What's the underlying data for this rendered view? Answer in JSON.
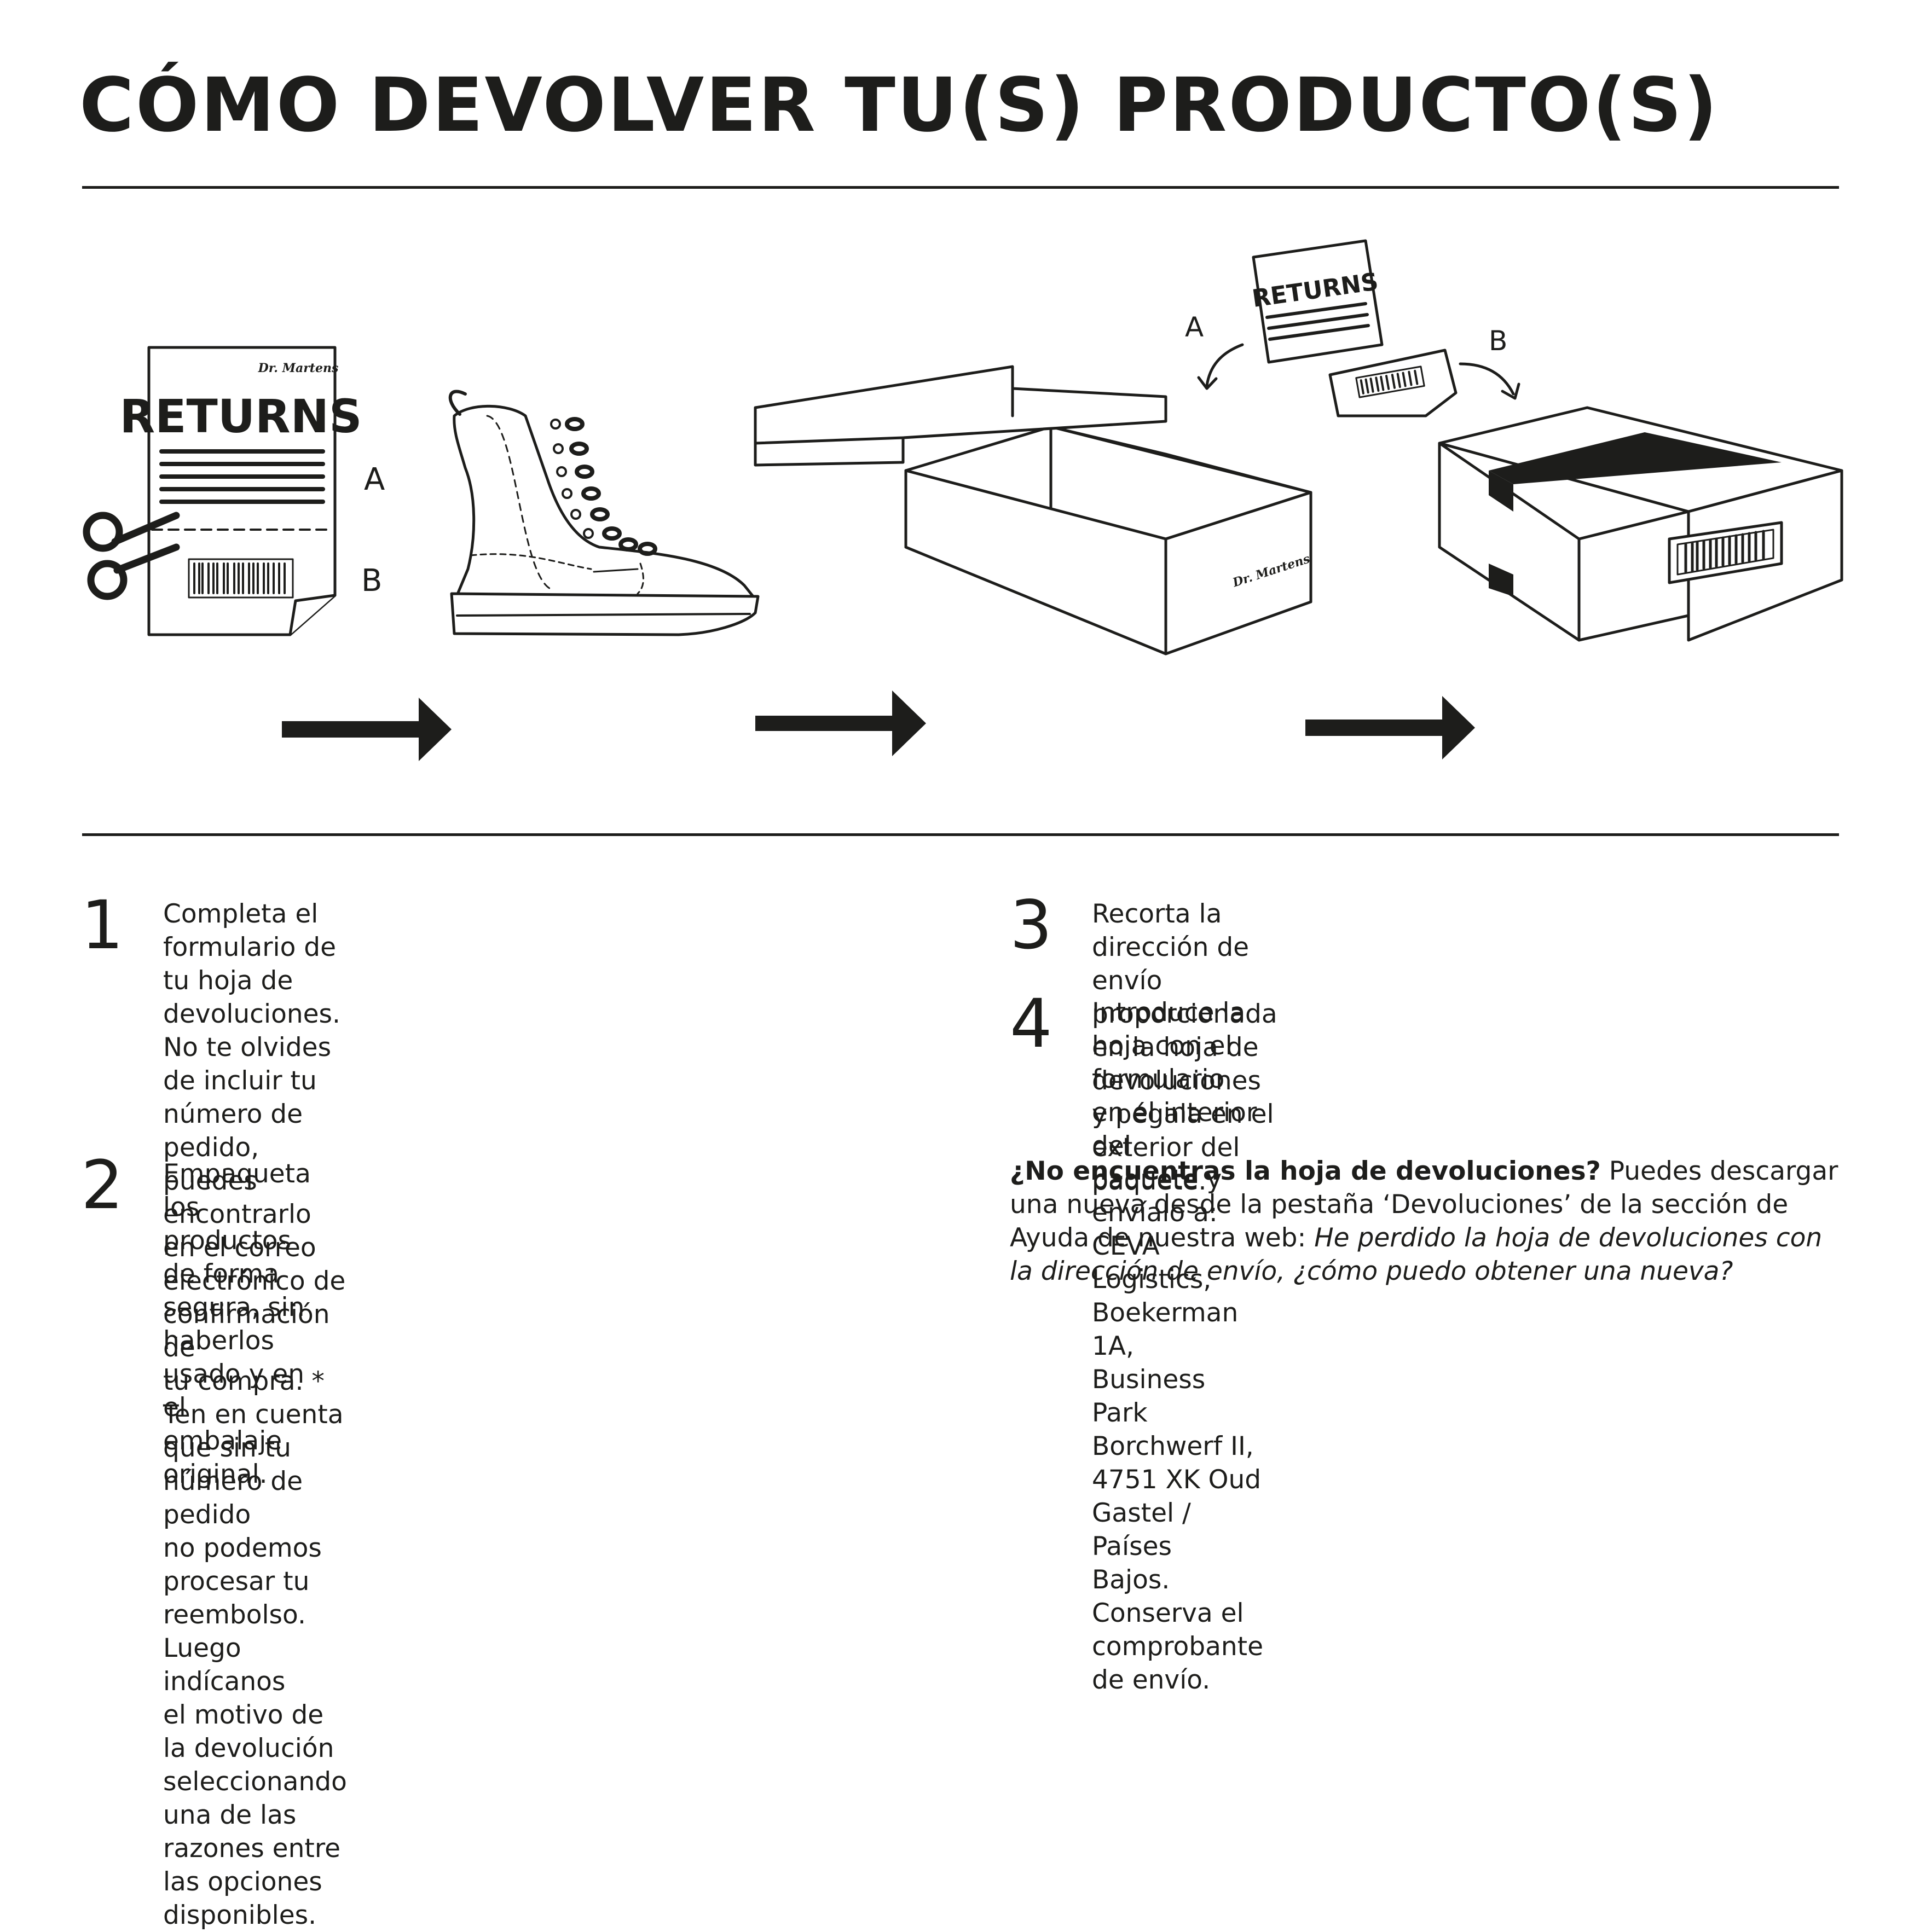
{
  "title": "CÓMO DEVOLVER TU(S) PRODUCTO(S)",
  "illustrations": {
    "returns_label": "RETURNS",
    "brand_label": "Dr. Martens",
    "label_a": "A",
    "label_b": "B"
  },
  "steps": [
    {
      "number": "1",
      "text": "Completa el formulario de tu hoja de devoluciones.\nNo te olvides de incluir tu número de pedido, puedes\nencontrarlo en el correo electrónico de confirmación de\ntu compra. * Ten en cuenta que sin tu número de pedido\nno podemos procesar tu reembolso. Luego indícanos\nel motivo de la devolución seleccionando una de las\nrazones entre las opciones disponibles."
    },
    {
      "number": "2",
      "text": "Empaqueta los productos de forma segura, sin haberlos\nusado y en el embalaje original."
    },
    {
      "number": "3",
      "text": "Recorta la dirección de envío proporcionada en la hoja de\ndevoluciones y pégala en el exterior del paquete."
    },
    {
      "number": "4",
      "text": "Introduce la hoja con el formulario en el interior del\npaquete y envíalo a: CEVA Logistics, Boekerman 1A,\nBusiness Park Borchwerf II, 4751 XK Oud Gastel / Países\nBajos. Conserva el comprobante de envío."
    }
  ],
  "help_note": {
    "question": "¿No encuentras la hoja de devoluciones?",
    "text": " Puedes descargar una nueva desde la pestaña ‘Devoluciones’ de la sección de Ayuda de nuestra web: ",
    "faq": "He perdido la hoja de devoluciones con la dirección de envío, ¿cómo puedo obtener una nueva?"
  }
}
